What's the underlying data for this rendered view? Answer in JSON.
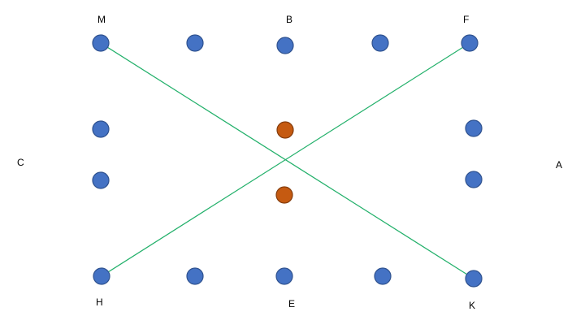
{
  "diagram": {
    "labels": {
      "M": "M",
      "B": "B",
      "F": "F",
      "C": "C",
      "A": "A",
      "H": "H",
      "E": "E",
      "K": "K"
    },
    "colors": {
      "blue_fill": "#4472C4",
      "blue_stroke": "#2F528F",
      "orange_fill": "#C55A11",
      "orange_stroke": "#843C0C",
      "line": "#22B06A",
      "text": "#000000"
    },
    "dots": [
      {
        "id": "top-1",
        "color": "blue"
      },
      {
        "id": "top-2",
        "color": "blue"
      },
      {
        "id": "top-3",
        "color": "blue"
      },
      {
        "id": "top-4",
        "color": "blue"
      },
      {
        "id": "top-5",
        "color": "blue"
      },
      {
        "id": "left-1",
        "color": "blue"
      },
      {
        "id": "left-2",
        "color": "blue"
      },
      {
        "id": "center-1",
        "color": "orange"
      },
      {
        "id": "center-2",
        "color": "orange"
      },
      {
        "id": "right-1",
        "color": "blue"
      },
      {
        "id": "right-2",
        "color": "blue"
      },
      {
        "id": "bottom-1",
        "color": "blue"
      },
      {
        "id": "bottom-2",
        "color": "blue"
      },
      {
        "id": "bottom-3",
        "color": "blue"
      },
      {
        "id": "bottom-4",
        "color": "blue"
      },
      {
        "id": "bottom-5",
        "color": "blue"
      }
    ],
    "connections": [
      {
        "from": "M",
        "to": "K"
      },
      {
        "from": "H",
        "to": "F"
      }
    ]
  }
}
